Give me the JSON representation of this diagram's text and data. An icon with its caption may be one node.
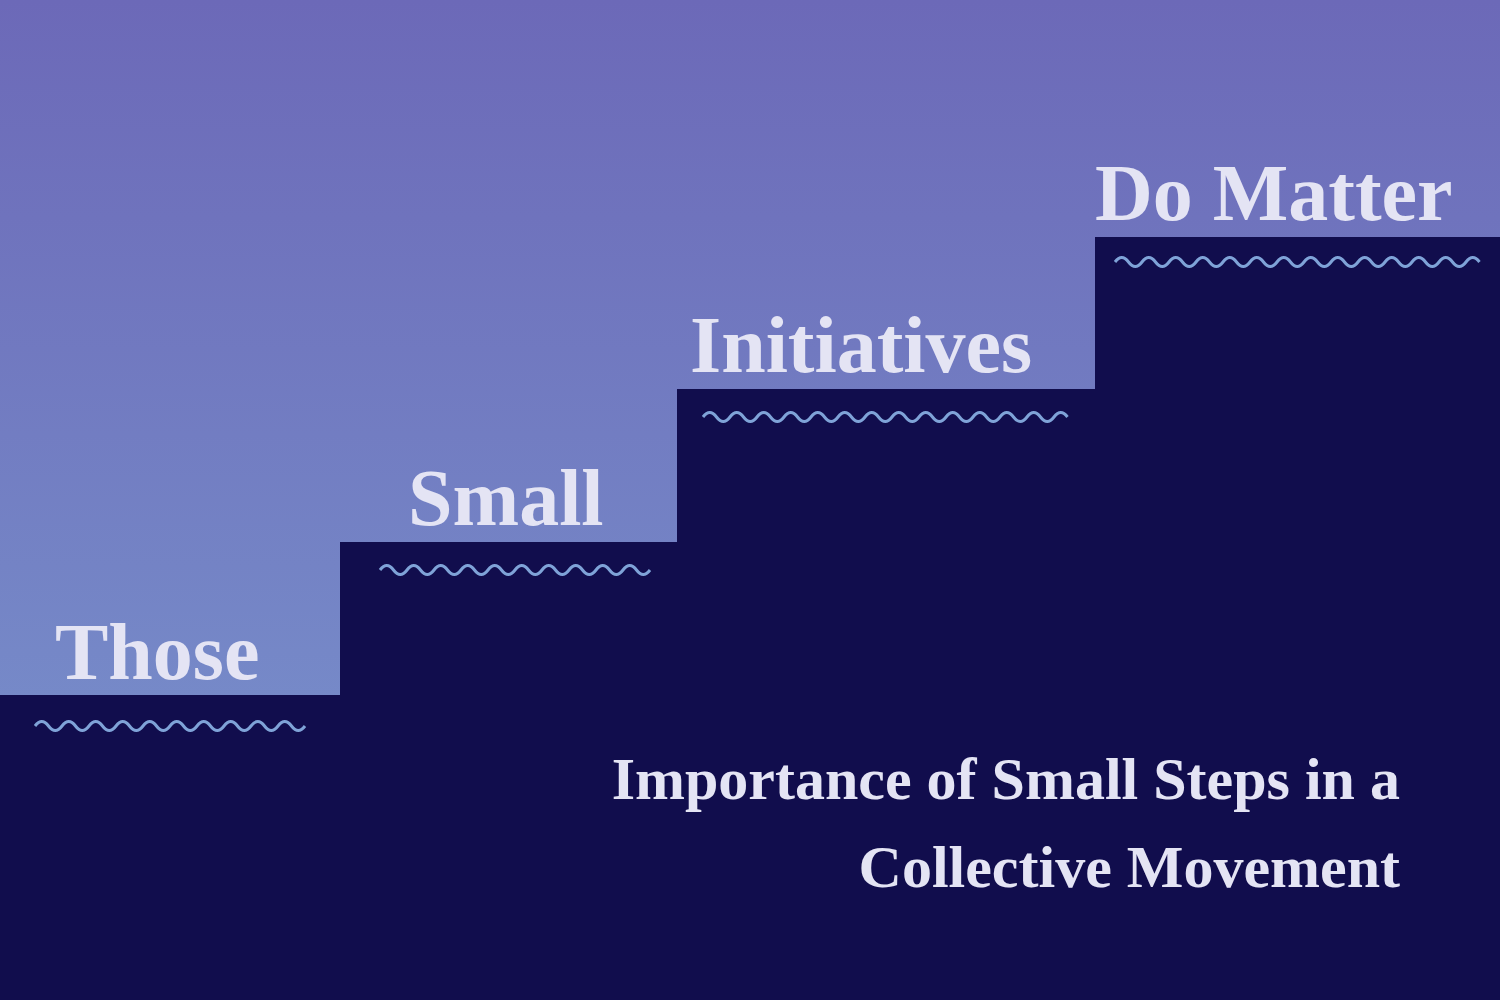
{
  "diagram": {
    "caption": "Importance of Small Steps in a Collective Movement",
    "labels": [
      "Those",
      "Small",
      "Initiatives",
      "Do Matter"
    ]
  }
}
